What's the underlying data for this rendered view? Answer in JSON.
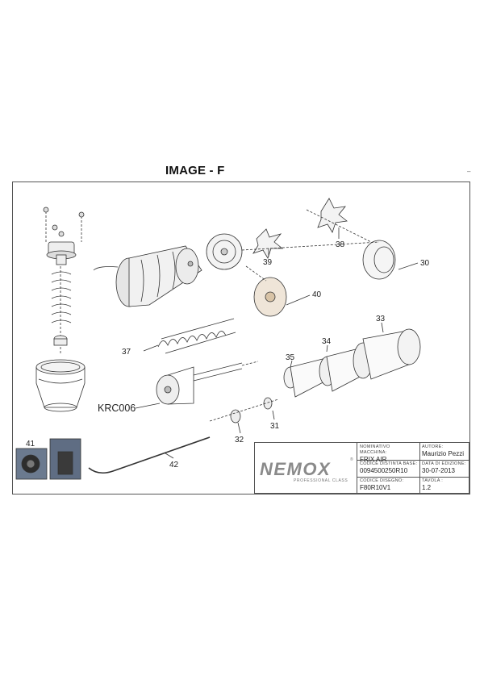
{
  "page_title": "IMAGE - F",
  "corner_mark": "–",
  "callouts": {
    "c30": "30",
    "c31": "31",
    "c32": "32",
    "c33": "33",
    "c34": "34",
    "c35": "35",
    "c37": "37",
    "c38": "38",
    "c39": "39",
    "c40": "40",
    "c41": "41",
    "c42": "42",
    "krc": "KRC006"
  },
  "title_block": {
    "brand": "NEMOX",
    "brand_sub": "PROFESSIONAL CLASS",
    "reg_mark": "®",
    "machine_label": "Nominativo macchina:",
    "machine_value": "FRIX AIR",
    "author_label": "Autore:",
    "author_value": "Maurizio Pezzi",
    "bom_label": "Codice distinta base:",
    "bom_value": "0094500250R10",
    "date_label": "Data di edizione:",
    "date_value": "30-07-2013",
    "drawing_label": "Codice disegno:",
    "drawing_value": "F80R10V1",
    "table_label": "Tavola :",
    "table_value": "1.2"
  }
}
